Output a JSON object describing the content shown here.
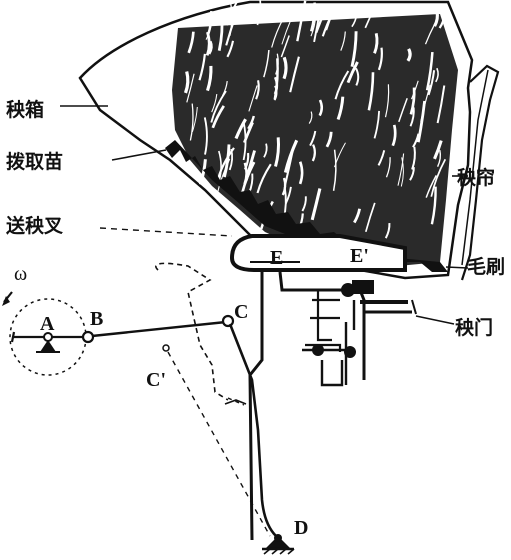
{
  "labels": {
    "seedling_box": "秧箱",
    "seedling_picker": "拨取苗",
    "seedling_fork": "送秧叉",
    "seedling_curtain": "秧帘",
    "brush": "毛刷",
    "seedling_gate": "秧门"
  },
  "points": {
    "omega": "ω",
    "A": "A",
    "B": "B",
    "C": "C",
    "C_prime": "C'",
    "D": "D",
    "E": "E",
    "E_prime": "E'"
  }
}
